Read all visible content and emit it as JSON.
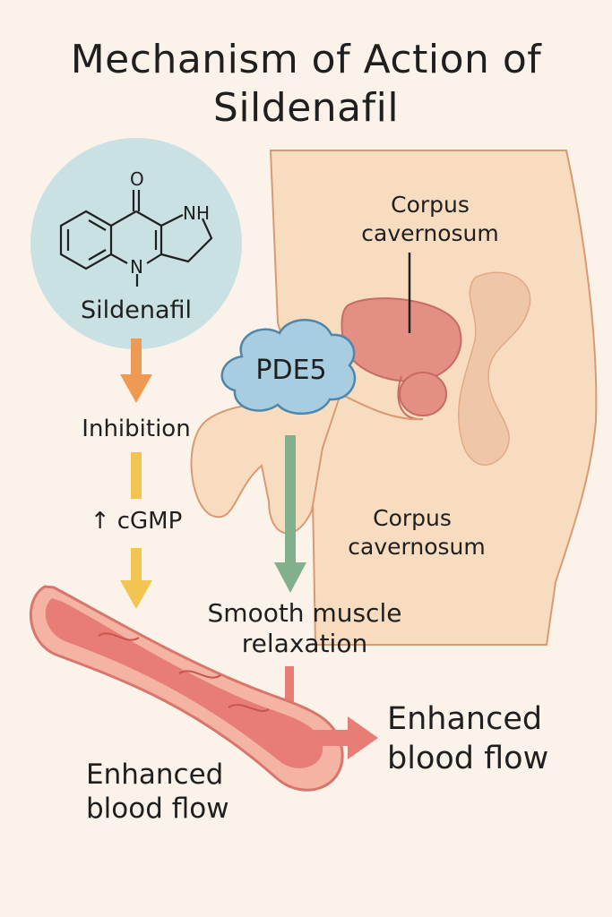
{
  "title": {
    "line1": "Mechanism of Action of",
    "line2": "Sildenafil"
  },
  "molecule": {
    "label": "Sildenafil",
    "atom_o": "O",
    "atom_nh": "NH",
    "atom_n": "N"
  },
  "pde5_label": "PDE5",
  "steps": {
    "inhibition": "Inhibition",
    "cgmp": "↑ cGMP"
  },
  "anatomy": {
    "corpus_top": {
      "line1": "Corpus",
      "line2": "cavernosum"
    },
    "corpus_mid": {
      "line1": "Corpus",
      "line2": "cavernosum"
    }
  },
  "smooth_muscle": {
    "line1": "Smooth muscle",
    "line2": "relaxation"
  },
  "blood_flow_right": {
    "line1": "Enhanced",
    "line2": "blood flow"
  },
  "blood_flow_left": {
    "line1": "Enhanced",
    "line2": "blood flow"
  },
  "colors": {
    "background": "#fbf3e9",
    "skin": "#f7dcc0",
    "skin_outline": "#d99a72",
    "molecule_circle": "#c9e1e2",
    "pde5_cloud": "#a8cde0",
    "organ": "#e48f83",
    "arrow_orange": "#ee9a52",
    "arrow_yellow": "#f2c552",
    "arrow_green": "#82b08c",
    "vessel_red": "#e77d76"
  }
}
